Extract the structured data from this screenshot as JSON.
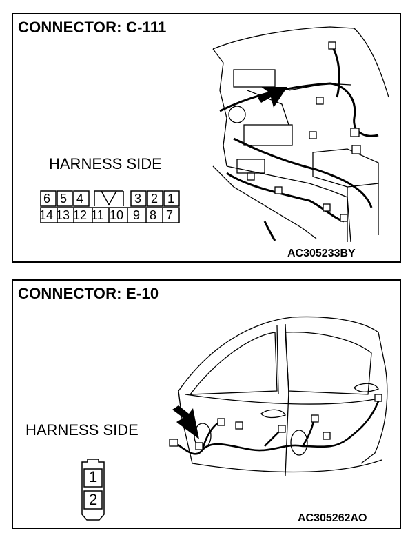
{
  "panels": [
    {
      "title": "CONNECTOR: C-111",
      "label": "HARNESS SIDE",
      "code": "AC305233BY",
      "pins_top": [
        "6",
        "5",
        "4",
        "3",
        "2",
        "1"
      ],
      "pins_bottom": [
        "14",
        "13",
        "12",
        "11",
        "10",
        "9",
        "8",
        "7"
      ]
    },
    {
      "title": "CONNECTOR: E-10",
      "label": "HARNESS SIDE",
      "code": "AC305262AO",
      "pins": [
        "1",
        "2"
      ]
    }
  ]
}
